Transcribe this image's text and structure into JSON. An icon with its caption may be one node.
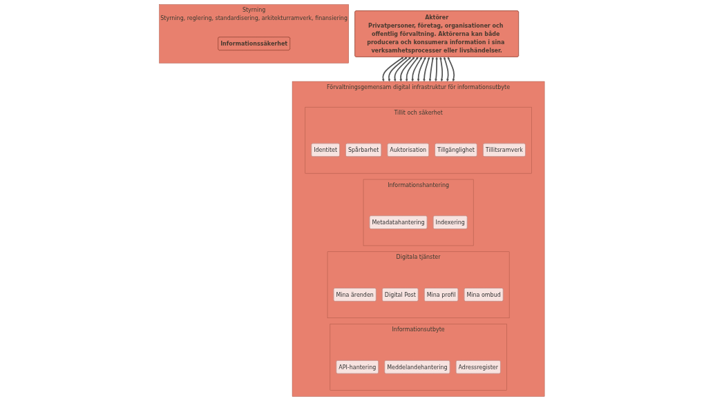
{
  "diagram": {
    "nodes": [
      {
        "text": [
          "Aktörer",
          "Privatpersoner, företag, organisationer och offentlig förvaltning. Aktörerna kan både producera och konsumera information i sina verksamhetsprocesser eller livshändelser."
        ]
      },
      {
        "text": [
          "Styrning",
          "Styrning, reglering, standardisering, arkitekturramverk, finansiering"
        ]
      },
      {
        "text": [
          "Informationssäkerhet"
        ],
        "in": 1
      },
      {
        "text": [
          "Förvaltningsgemensam digital infrastruktur för informationsutbyte"
        ]
      },
      {
        "text": [
          "Informationsutbyte"
        ],
        "in": 3
      },
      {
        "text": [
          "API-hantering"
        ],
        "in": 4
      },
      {
        "text": [
          "Meddelandehantering"
        ],
        "in": 4
      },
      {
        "text": [
          "Adressregister"
        ],
        "in": 4
      },
      {
        "text": [
          "Digitala tjänster"
        ],
        "in": 3
      },
      {
        "text": [
          "Mina ärenden"
        ],
        "in": 8
      },
      {
        "text": [
          "Digital Post"
        ],
        "in": 8
      },
      {
        "text": [
          "Mina profil"
        ],
        "in": 8
      },
      {
        "text": [
          "Mina ombud"
        ],
        "in": 8
      },
      {
        "text": [
          "Informationshantering"
        ],
        "in": 3
      },
      {
        "text": [
          "Metadatahantering"
        ],
        "in": 13
      },
      {
        "text": [
          "Indexering"
        ],
        "in": 13
      },
      {
        "text": [
          "Tillit och säkerhet"
        ],
        "in": 3
      },
      {
        "text": [
          "Identitet"
        ],
        "in": 16
      },
      {
        "text": [
          "Spårbarhet"
        ],
        "in": 16
      },
      {
        "text": [
          "Auktorisation"
        ],
        "in": 16
      },
      {
        "text": [
          "Tillgänglighet"
        ],
        "in": 16
      },
      {
        "text": [
          "Tillitsramverk"
        ],
        "in": 16
      }
    ],
    "edges": [
      {
        "from": 0,
        "to": 3,
        "arrow": "both"
      },
      {
        "from": 0,
        "to": 3,
        "arrow": "both"
      },
      {
        "from": 0,
        "to": 3,
        "arrow": "both"
      },
      {
        "from": 0,
        "to": 3,
        "arrow": "both"
      },
      {
        "from": 0,
        "to": 3,
        "arrow": "both"
      },
      {
        "from": 0,
        "to": 3,
        "arrow": "both"
      },
      {
        "from": 0,
        "to": 3,
        "arrow": "both"
      },
      {
        "from": 0,
        "to": 3,
        "arrow": "both"
      },
      {
        "from": 0,
        "to": 3,
        "arrow": "both"
      },
      {
        "from": 0,
        "to": 3,
        "arrow": "both"
      },
      {
        "from": 0,
        "to": 3,
        "arrow": "both"
      },
      {
        "from": 0,
        "to": 3,
        "arrow": "both"
      },
      {
        "from": 0,
        "to": 3,
        "arrow": "both"
      }
    ]
  }
}
